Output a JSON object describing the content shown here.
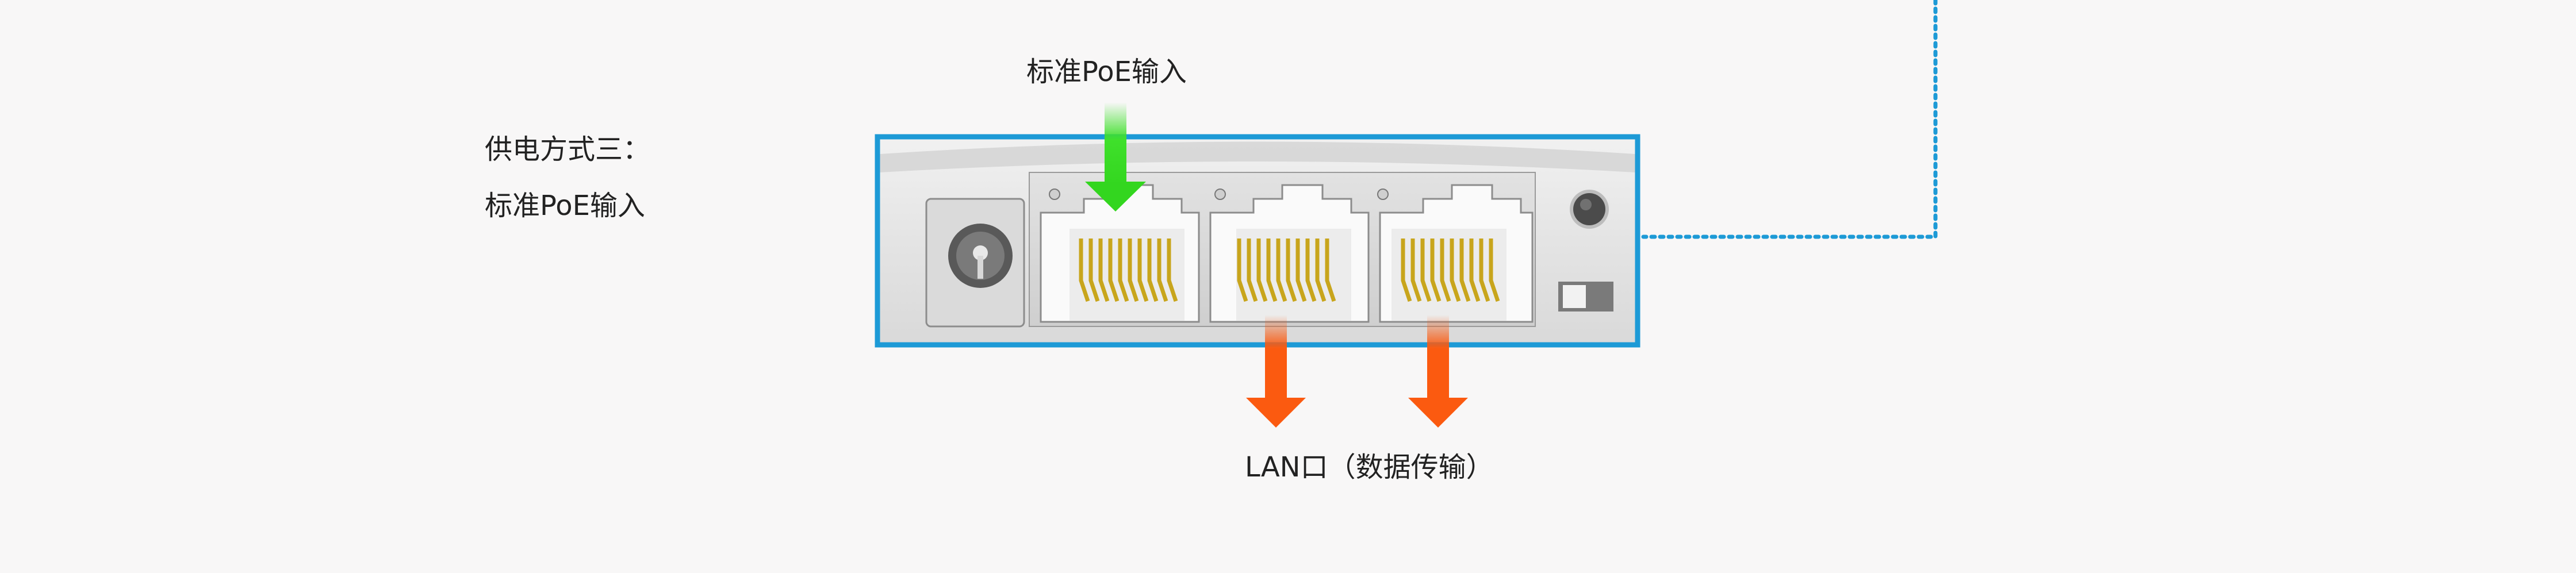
{
  "side_caption": {
    "line1": "供电方式三：",
    "line2": "标准PoE输入"
  },
  "callouts": {
    "poe_input": "标准PoE输入",
    "lan_port": "LAN口（数据传输）"
  },
  "colors": {
    "frame": "#1d9ad6",
    "poe_arrow": "#3fe02b",
    "lan_arrow": "#fb5a10",
    "leader_line": "#1d9ad6",
    "pins": "#c8a51c",
    "background": "#f8f7f7"
  },
  "device": {
    "ports": [
      "poe-lan-port",
      "lan-port",
      "lan-port"
    ],
    "dc_jack": true,
    "reset_button": true,
    "switch": true
  }
}
